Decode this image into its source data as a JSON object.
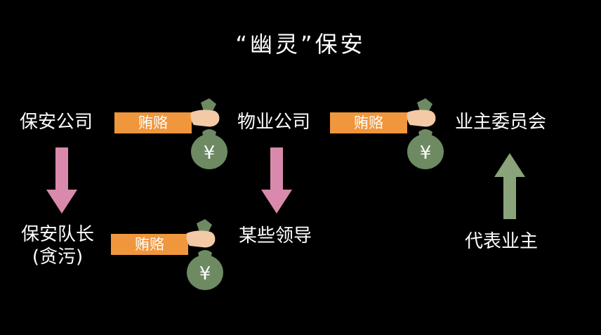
{
  "title": "“幽灵”保安",
  "nodes": {
    "security_company": "保安公司",
    "property_company": "物业公司",
    "owners_committee": "业主委员会",
    "captain_line1": "保安队长",
    "captain_line2": "(贪污)",
    "leaders": "某些领导",
    "owner_rep": "代表业主"
  },
  "bribes": {
    "top_left": "贿赂",
    "top_right": "贿赂",
    "bottom": "贿赂"
  },
  "icons": {
    "money_bag": "money-bag-icon",
    "yuan_symbol": "¥"
  },
  "colors": {
    "background": "#000000",
    "bribe_bar": "#f0963c",
    "pink_arrow": "#d98aac",
    "green_arrow": "#8aa37a",
    "bag": "#6e8a63",
    "hand": "#f3c9a6"
  }
}
